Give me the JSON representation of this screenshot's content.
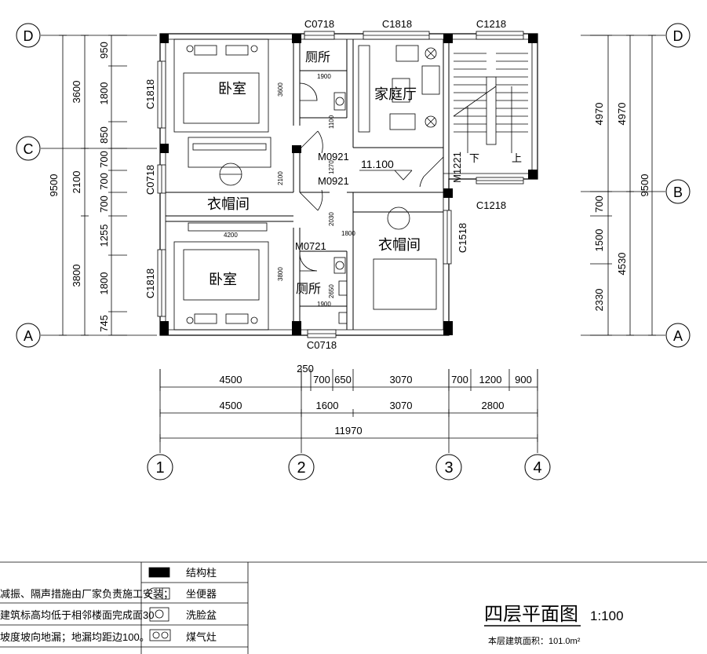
{
  "title": "四层平面图",
  "scale": "1:100",
  "area_note": "本层建筑面积：101.0m²",
  "axes": {
    "rows": [
      "D",
      "C",
      "B",
      "A"
    ],
    "cols": [
      "1",
      "2",
      "3",
      "4"
    ]
  },
  "rooms": {
    "bedroom_top": "卧室",
    "bedroom_bottom": "卧室",
    "wardrobe_left": "衣帽间",
    "wardrobe_right": "衣帽间",
    "toilet_top": "厕所",
    "toilet_bottom": "厕所",
    "family_room": "家庭厅"
  },
  "windows": {
    "c0718_top": "C0718",
    "c1818_top": "C1818",
    "c1218_top": "C1218",
    "c1818_left_upper": "C1818",
    "c0718_left": "C0718",
    "c1818_left_lower": "C1818",
    "c1218_mid": "C1218",
    "c1518": "C1518",
    "c0718_bottom": "C0718"
  },
  "doors": {
    "m0921_a": "M0921",
    "m0921_b": "M0921",
    "m0721": "M0721",
    "m1221": "M1221"
  },
  "elevation": "11.100",
  "stair": {
    "down": "下",
    "up": "上"
  },
  "inner_dims": {
    "d1900a": "1900",
    "d1100": "1100",
    "d1270": "1270",
    "d3600": "3600",
    "d2100": "2100",
    "d4200": "4200",
    "d2030": "2030",
    "d1800": "1800",
    "d3800": "3800",
    "d2650": "2650",
    "d1900b": "1900"
  },
  "left_dims": {
    "total": "9500",
    "major": [
      "3600",
      "2100",
      "3800"
    ],
    "minor": [
      "950",
      "1800",
      "850",
      "700",
      "700",
      "700",
      "1255",
      "1800",
      "745"
    ]
  },
  "right_dims": {
    "total": "9500",
    "inner": [
      "4970",
      "4530"
    ],
    "outer": [
      "4970",
      "700",
      "1500",
      "2330"
    ]
  },
  "bottom_dims": {
    "row1": [
      "4500",
      "250",
      "700",
      "650",
      "3070",
      "700",
      "1200",
      "900"
    ],
    "row2": [
      "4500",
      "1600",
      "3070",
      "2800"
    ],
    "total": "11970"
  },
  "legend": {
    "items": [
      {
        "symbol": "column",
        "label": "结构柱"
      },
      {
        "symbol": "toilet",
        "label": "坐便器"
      },
      {
        "symbol": "basin",
        "label": "洗脸盆"
      },
      {
        "symbol": "stove",
        "label": "煤气灶"
      }
    ],
    "notes": [
      "减振、隔声措施由厂家负责施工安装；",
      "建筑标高均低于相邻楼面完成面30",
      "坡度坡向地漏；地漏均距边100。"
    ]
  }
}
